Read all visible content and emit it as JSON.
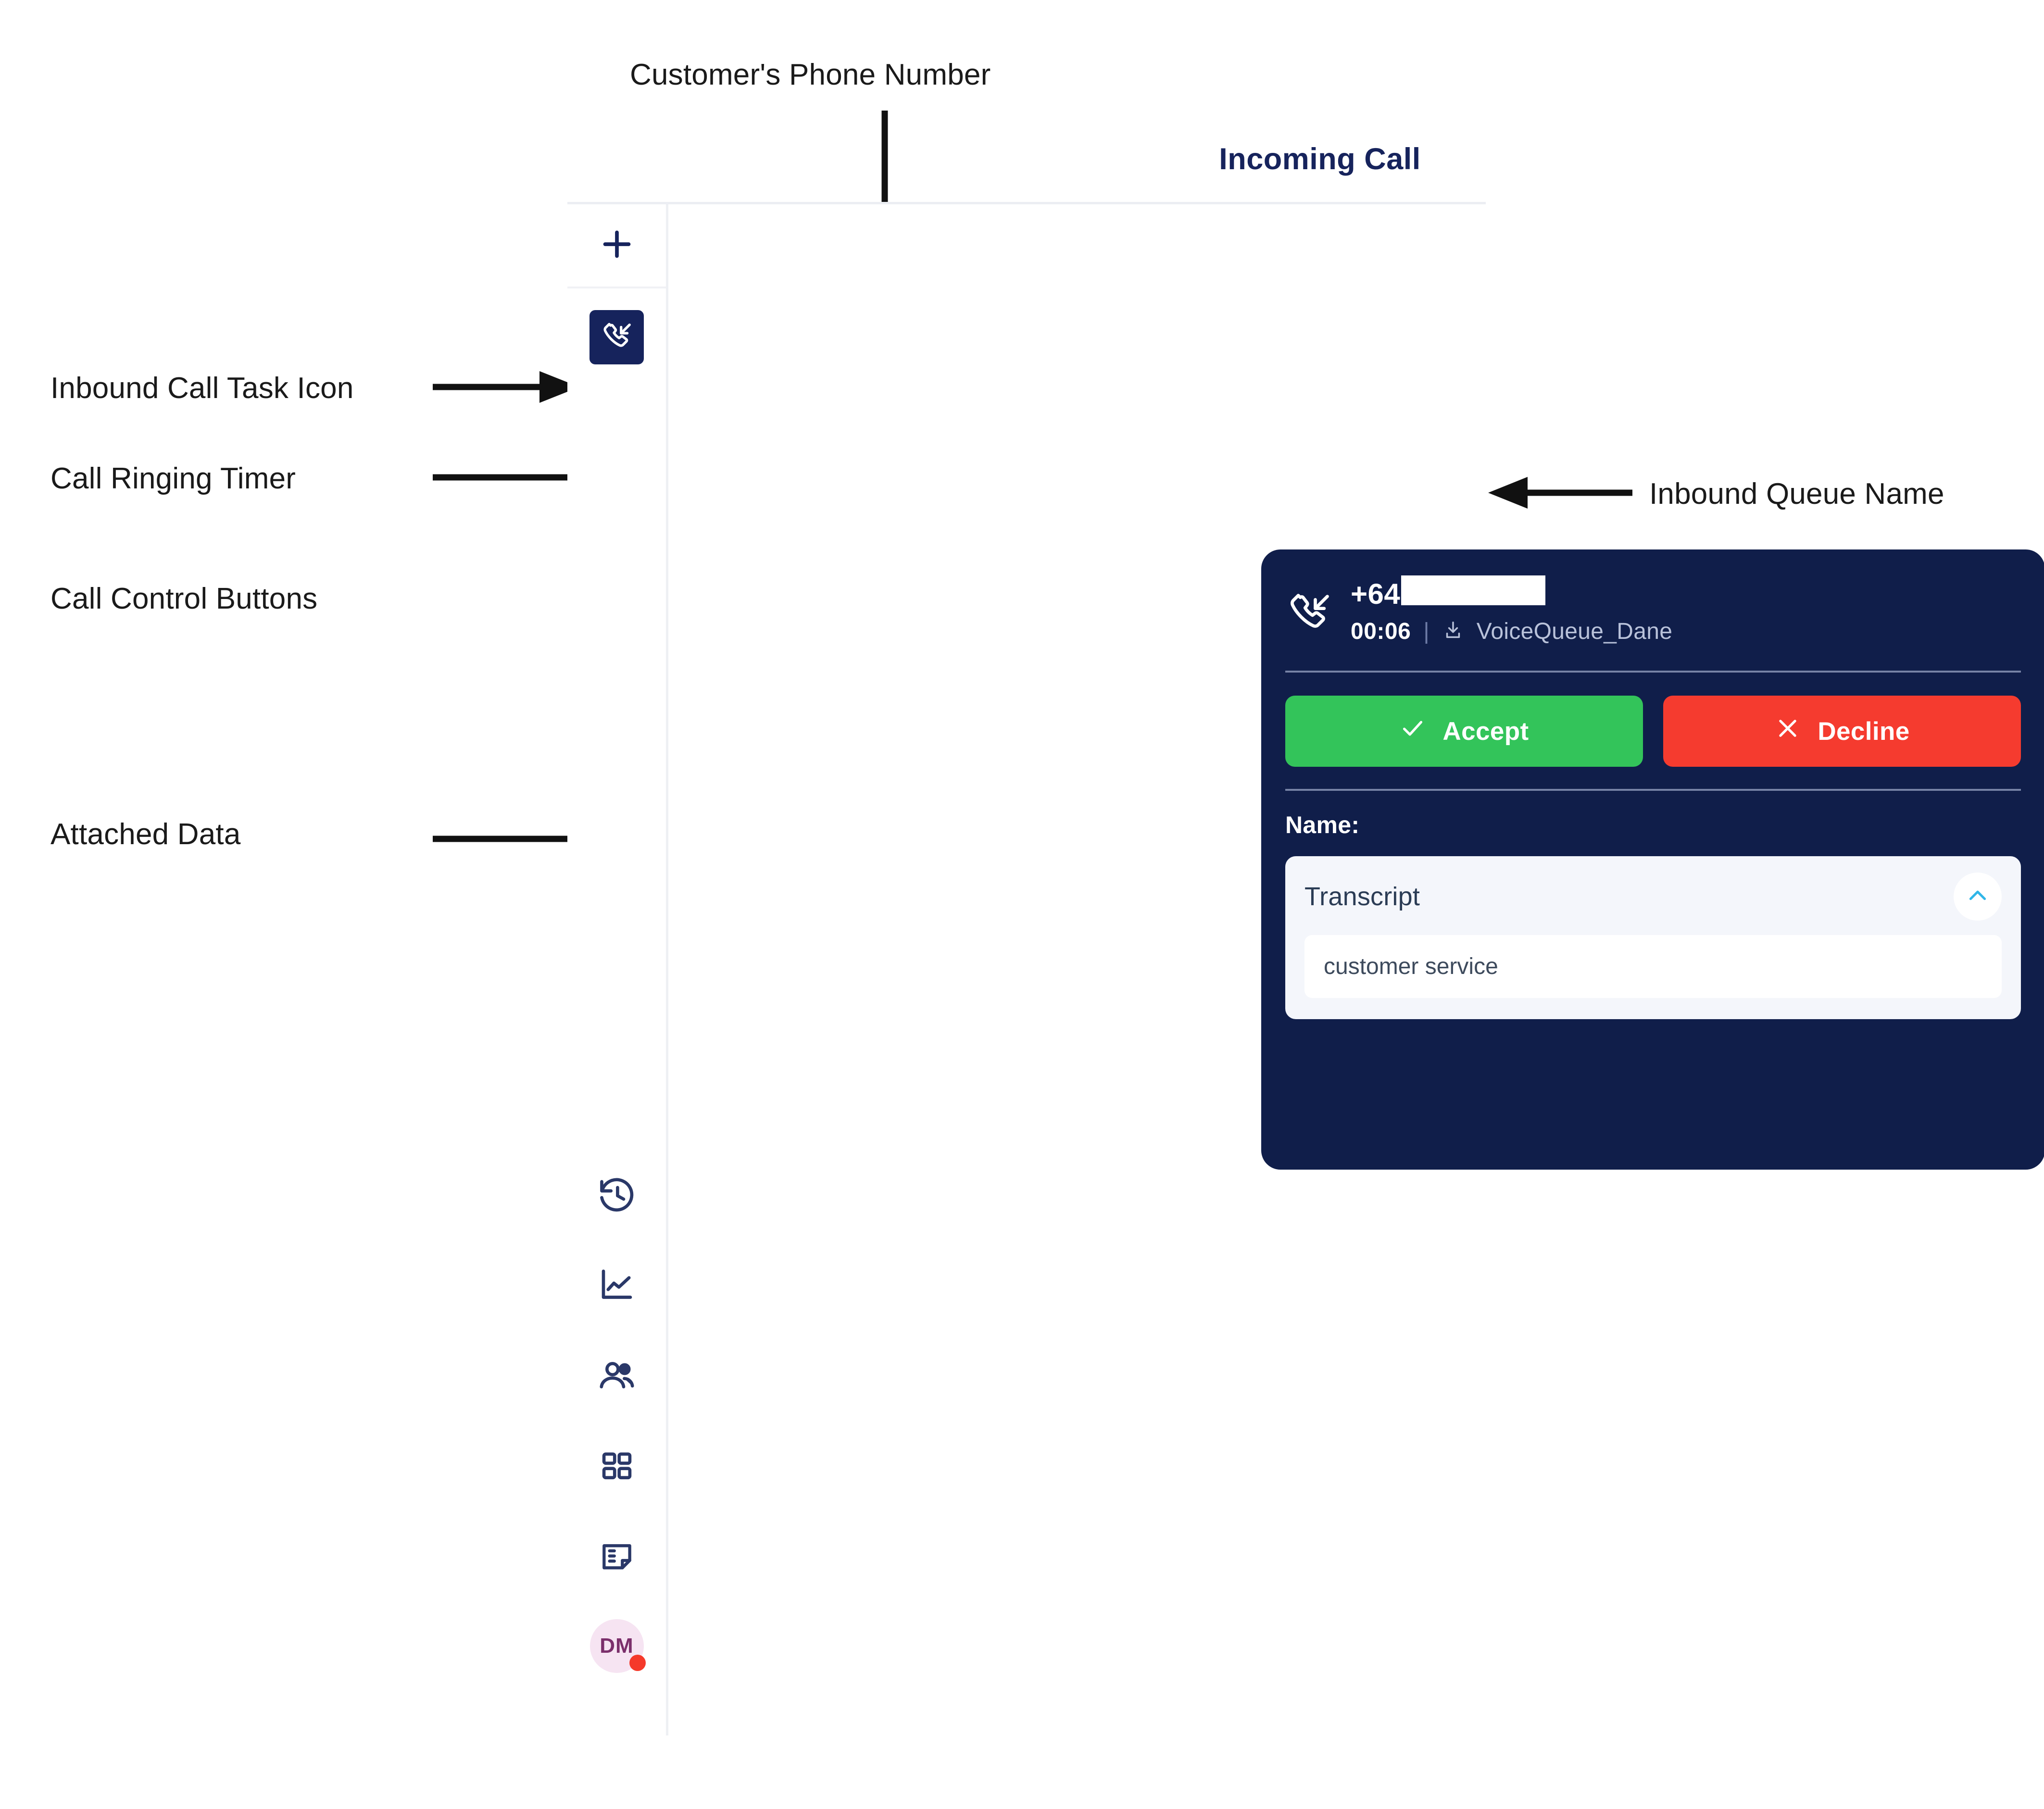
{
  "panel": {
    "title": "Incoming Call"
  },
  "sidebar": {
    "add_task_icon": "plus-icon",
    "active_task_icon": "inbound-call-icon",
    "items": [
      {
        "icon": "history-icon",
        "name": "history"
      },
      {
        "icon": "analytics-icon",
        "name": "analytics"
      },
      {
        "icon": "contacts-icon",
        "name": "contacts"
      },
      {
        "icon": "apps-grid-icon",
        "name": "apps"
      },
      {
        "icon": "notes-icon",
        "name": "notes"
      }
    ],
    "avatar": {
      "initials": "DM",
      "status_indicator": "busy-dot"
    }
  },
  "call_card": {
    "direction_icon": "inbound-call-icon",
    "phone_prefix": "+64",
    "phone_redacted": true,
    "timer": "00:06",
    "separator": "|",
    "queue_icon": "download-icon",
    "queue_name": "VoiceQueue_Dane",
    "accept_label": "Accept",
    "accept_icon": "check-icon",
    "decline_label": "Decline",
    "decline_icon": "x-icon",
    "name_label": "Name:",
    "attached_data": {
      "title": "Transcript",
      "collapse_icon": "chevron-up-icon",
      "value": "customer service"
    }
  },
  "annotations": [
    {
      "id": "customers-phone-number",
      "text": "Customer's Phone Number"
    },
    {
      "id": "inbound-call-task-icon",
      "text": "Inbound Call Task Icon"
    },
    {
      "id": "call-ringing-timer",
      "text": "Call Ringing Timer"
    },
    {
      "id": "call-control-buttons",
      "text": "Call Control Buttons"
    },
    {
      "id": "attached-data",
      "text": "Attached Data"
    },
    {
      "id": "inbound-queue-name",
      "text": "Inbound Queue Name"
    }
  ],
  "colors": {
    "card_navy": "#101e4a",
    "brand_navy": "#16235c",
    "accept_green": "#33c45a",
    "decline_red": "#f53b2f",
    "accent_cyan": "#30b6e8",
    "avatar_bg": "#f6e4f2",
    "status_dot": "#f5392a"
  }
}
